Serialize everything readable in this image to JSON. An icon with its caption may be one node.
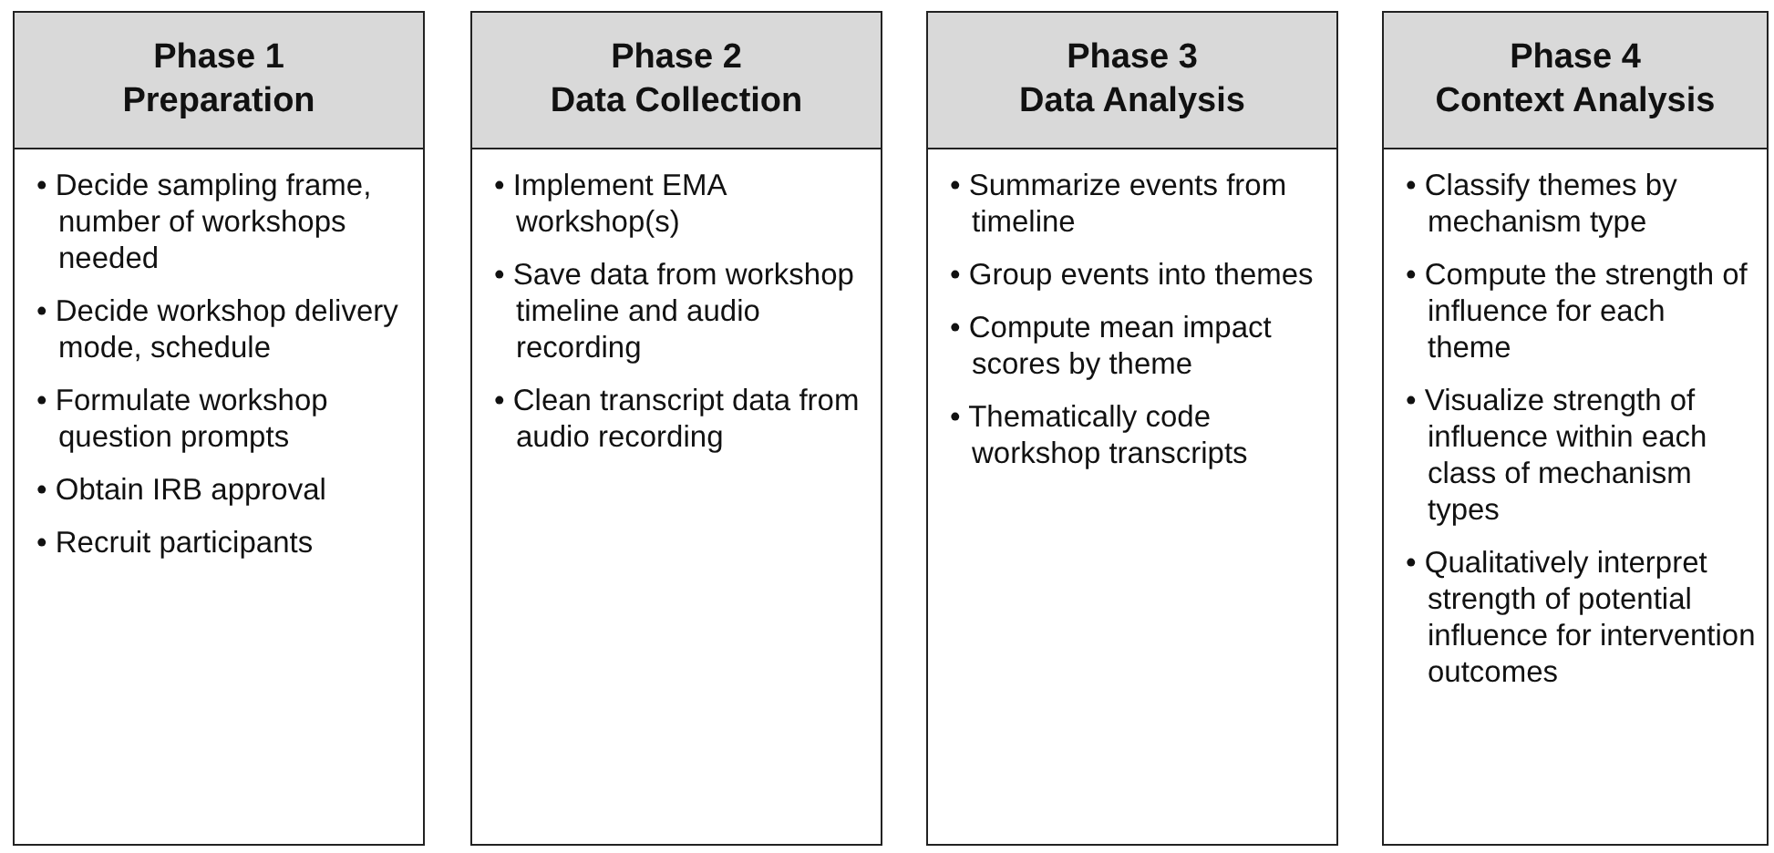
{
  "diagram": {
    "nodes": [
      {
        "text": [
          "Phase 1 Preparation",
          "• Decide sampling frame, number of workshops needed",
          "• Decide workshop delivery mode, schedule",
          "• Formulate workshop question prompts",
          "• Obtain IRB approval",
          "• Recruit participants"
        ]
      },
      {
        "text": [
          "Phase 2 Data Collection",
          "• Implement EMA workshop(s)",
          "• Save data from workshop timeline and audio recording",
          "• Clean transcript data from audio recording"
        ]
      },
      {
        "text": [
          "Phase 3 Data Analysis",
          "• Summarize events from timeline",
          "• Group events into themes",
          "• Compute mean impact scores by theme",
          "• Thematically code workshop transcripts"
        ]
      },
      {
        "text": [
          "Phase 4 Context Analysis",
          "• Classify themes by mechanism type",
          "• Compute the strength of influence for each theme",
          "• Visualize strength of influence within each class of mechanism types",
          "• Qualitatively interpret strength of potential influence for intervention outcomes"
        ]
      }
    ],
    "edges": []
  }
}
